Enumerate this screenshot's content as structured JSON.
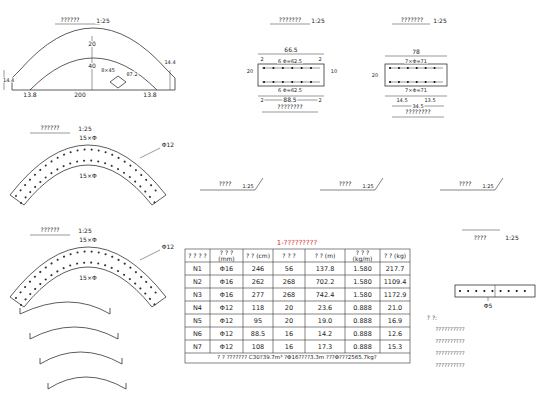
{
  "diagram": {
    "labels": [
      "??????",
      "1:25",
      "20",
      "40",
      "14.4",
      "13.8",
      "200",
      "13.8",
      "8×45",
      "87.2",
      "14.4",
      "???????",
      "1:25",
      "66.5",
      "2",
      "6 Φ=62.5",
      "2",
      "20",
      "10",
      "6 Φ=62.5",
      "2",
      "88.5",
      "2",
      "????????",
      "???????",
      "1:25",
      "78",
      "7×Φ=71",
      "20",
      "7×Φ=71",
      "14.5",
      "13.5",
      "34.5",
      "????????",
      "??????",
      "1:25",
      "15×Φ",
      "15×Φ",
      "Φ12",
      "????",
      "1:25",
      "????",
      "1:25",
      "????",
      "1:25",
      "??????",
      "1:25",
      "15×Φ",
      "15×Φ",
      "Φ12",
      "1-?????????",
      "? ? ? ?",
      "? ? ? (mm)",
      "? ? (cm)",
      "? ? ?",
      "? ? (m)",
      "? ? ? (kg/m)",
      "? ? (kg)",
      "N1",
      "Φ16",
      "246",
      "56",
      "137.8",
      "1.580",
      "217.7",
      "N2",
      "Φ16",
      "262",
      "268",
      "702.2",
      "1.580",
      "1109.4",
      "N3",
      "Φ16",
      "277",
      "268",
      "742.4",
      "1.580",
      "1172.9",
      "N4",
      "Φ12",
      "118",
      "20",
      "23.6",
      "0.888",
      "21.0",
      "N5",
      "Φ12",
      "95",
      "20",
      "19.0",
      "0.888",
      "16.9",
      "N6",
      "Φ12",
      "88.5",
      "16",
      "14.2",
      "0.888",
      "12.6",
      "N7",
      "Φ12",
      "108",
      "16",
      "17.3",
      "0.888",
      "15.3",
      "? ? ??????? C30?39.7m³ ?Φ16????3.3m ???Φ???2565.7kg?",
      "????",
      "1:25",
      "Φ5",
      "? ?:",
      "??????????",
      "??????????",
      "??????????",
      "??????????"
    ]
  }
}
